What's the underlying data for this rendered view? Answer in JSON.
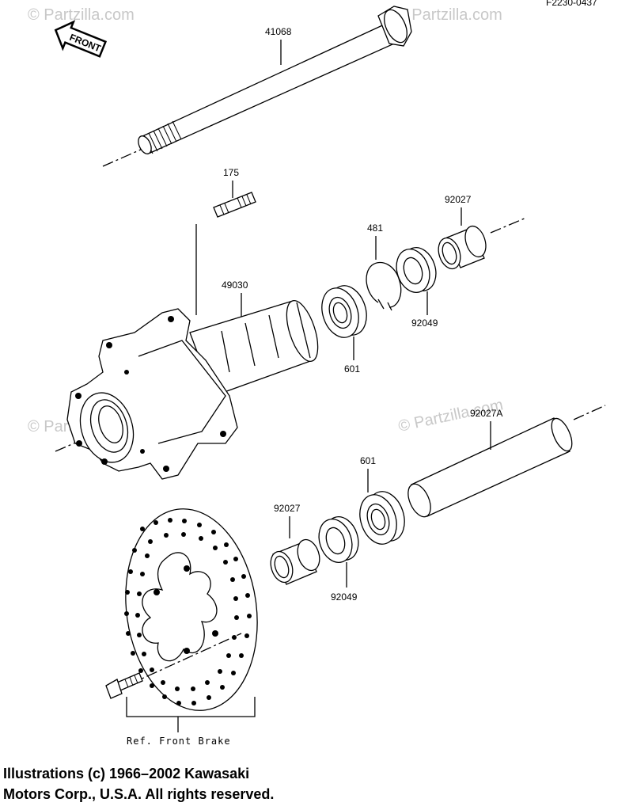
{
  "page_ref": "F2230-0437",
  "front_badge": "FRONT",
  "watermark": "© Partzilla.com",
  "parts": {
    "axle": "41068",
    "stud": "175",
    "hub": "49030",
    "circlip": "481",
    "collar_right": "92027",
    "seal_right": "92049",
    "bearing_right": "601",
    "spacer": "92027A",
    "bearing_left": "601",
    "collar_left": "92027",
    "seal_left": "92049"
  },
  "ref_note": "Ref. Front Brake",
  "copyright": {
    "line1": "Illustrations (c) 1966–2002 Kawasaki",
    "line2": "Motors Corp., U.S.A.  All rights reserved."
  }
}
